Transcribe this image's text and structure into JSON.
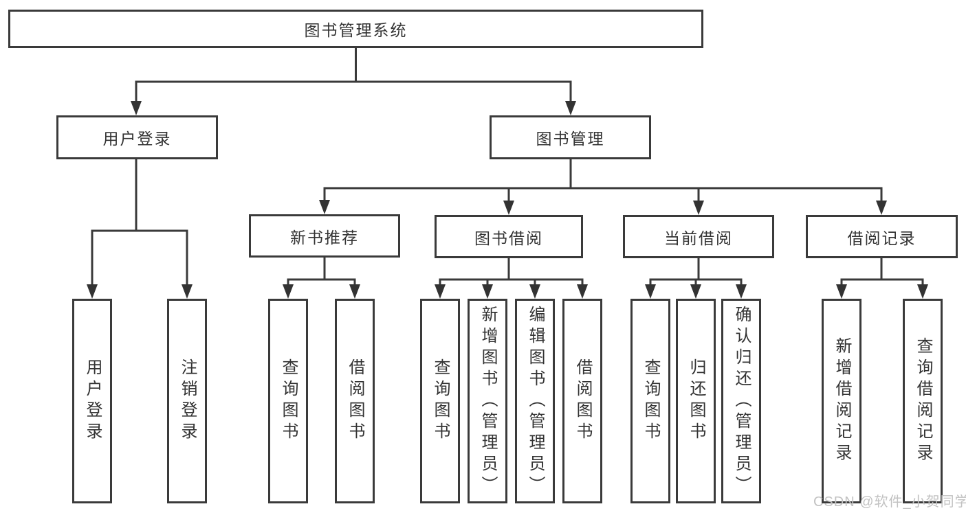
{
  "diagram": {
    "root": {
      "label": "图书管理系统"
    },
    "level2": [
      {
        "label": "用户登录"
      },
      {
        "label": "图书管理"
      }
    ],
    "level3": [
      {
        "label": "新书推荐"
      },
      {
        "label": "图书借阅"
      },
      {
        "label": "当前借阅"
      },
      {
        "label": "借阅记录"
      }
    ],
    "leaves": {
      "user_login": [
        "用户登录",
        "注销登录"
      ],
      "new_book": [
        "查询图书",
        "借阅图书"
      ],
      "book_borrow": [
        "查询图书",
        "新增图书（管理员）",
        "编辑图书（管理员）",
        "借阅图书"
      ],
      "current_borrow": [
        "查询图书",
        "归还图书",
        "确认归还（管理员）"
      ],
      "borrow_records": [
        "新增借阅记录",
        "查询借阅记录"
      ]
    },
    "colors": {
      "border": "#3a3a3a",
      "line": "#3a3a3a",
      "text": "#333333",
      "background": "#ffffff",
      "watermark_color": "#c2c2c2"
    }
  },
  "watermark": {
    "text": "CSDN @软件_小贺同学"
  }
}
